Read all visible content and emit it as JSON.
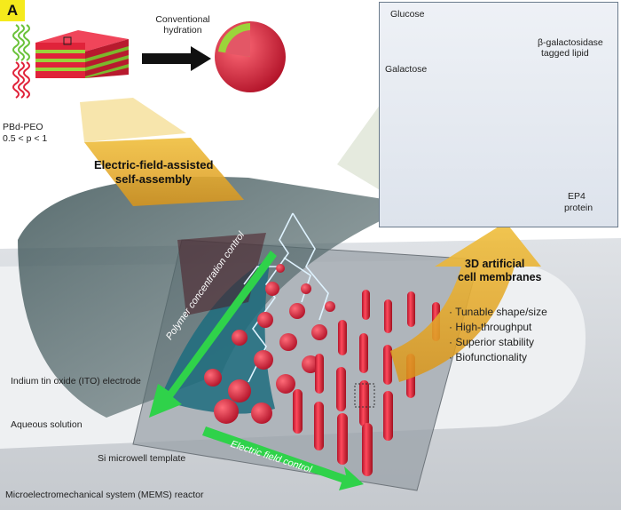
{
  "panel_letter": "A",
  "polymer": {
    "name": "PBd-PEO",
    "ratio": "0.5 < p < 1"
  },
  "hydration": {
    "line1": "Conventional",
    "line2": "hydration"
  },
  "assembly": {
    "line1": "Electric-field-assisted",
    "line2": "self-assembly"
  },
  "inset": {
    "glucose": "Glucose",
    "galactose": "Galactose",
    "enzyme_line1": "β-galactosidase",
    "enzyme_line2": "tagged lipid",
    "protein_line1": "EP4",
    "protein_line2": "protein"
  },
  "membranes": {
    "line1": "3D artificial",
    "line2": "cell membranes",
    "features": [
      "· Tunable shape/size",
      "· High-throughput",
      "· Superior stability",
      "· Biofunctionality"
    ]
  },
  "labels": {
    "ito": "Indium tin oxide (ITO) electrode",
    "aqueous": "Aqueous solution",
    "template": "Si microwell template",
    "mems": "Microelectromechanical system (MEMS) reactor",
    "concentration": "Polymer concentration control",
    "field": "Electric field control"
  },
  "colors": {
    "polymer_red": "#e0233a",
    "polymer_green": "#9bd43a",
    "arrow_green": "#2fd24a",
    "arrow_gold": "#e4a91e",
    "panel_tag": "#f5ea1c"
  }
}
